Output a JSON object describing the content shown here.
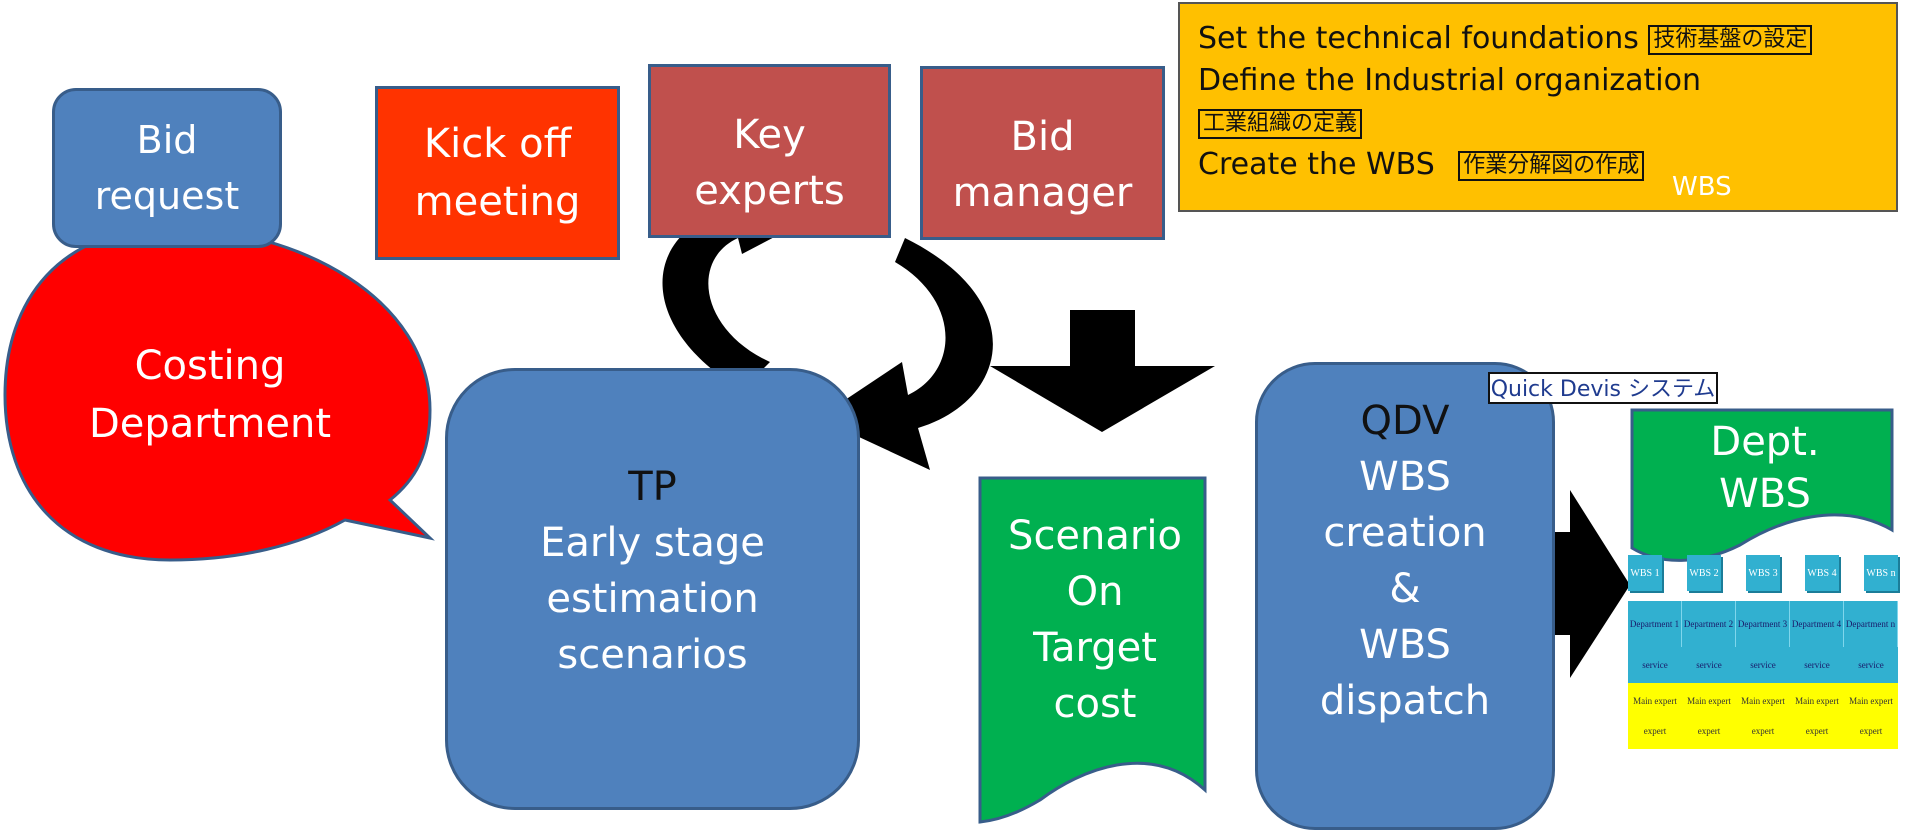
{
  "nodes": {
    "bid_request": [
      "Bid",
      "request"
    ],
    "kick_off": [
      "Kick off",
      "meeting"
    ],
    "key_experts": [
      "Key",
      "experts"
    ],
    "bid_manager": [
      "Bid",
      "manager"
    ],
    "costing_department": [
      "Costing",
      "Department"
    ],
    "tp": [
      "TP",
      "Early stage",
      "estimation",
      "scenarios"
    ],
    "scenario": [
      "Scenario",
      "On",
      "Target",
      "cost"
    ],
    "qdv": [
      "QDV",
      "WBS",
      "creation",
      "&",
      "WBS",
      "dispatch"
    ],
    "dept_wbs": [
      "Dept.",
      "WBS"
    ]
  },
  "info_box": {
    "line1_en": "Set the technical foundations",
    "line1_jp": "技術基盤の設定",
    "line2_en": "Define the Industrial organization",
    "line2_jp": "工業組織の定義",
    "line3_en": "Create the WBS",
    "line3_jp": "作業分解図の作成",
    "line3_sub": "WBS"
  },
  "qdv_label": "Quick Devis システム",
  "wbs_table": {
    "tabs": [
      "WBS 1",
      "WBS 2",
      "WBS 3",
      "WBS 4",
      "WBS n"
    ],
    "departments": [
      "Department 1",
      "Department 2",
      "Department 3",
      "Department 4",
      "Department n"
    ],
    "service_row": [
      "service",
      "service",
      "service",
      "service",
      "service"
    ],
    "expert_row": [
      [
        "Main expert",
        "expert"
      ],
      [
        "Main expert",
        "expert"
      ],
      [
        "Main expert",
        "expert"
      ],
      [
        "Main expert",
        "expert"
      ],
      [
        "Main expert",
        "expert"
      ]
    ]
  },
  "colors": {
    "steel_blue": "#4f81bd",
    "brick_red": "#c0504d",
    "orange_red": "#ff3300",
    "bubble_red": "#ff0000",
    "green": "#00b050",
    "gold": "#ffc000"
  }
}
